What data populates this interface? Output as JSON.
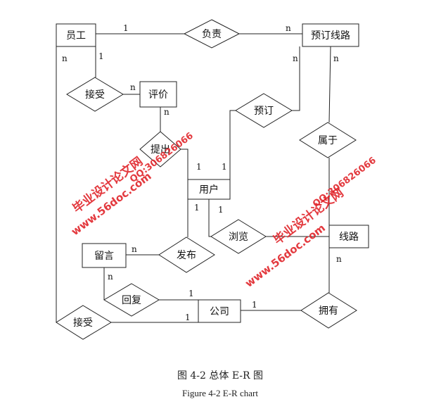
{
  "entities": {
    "employee": "员工",
    "booking_route": "预订线路",
    "review": "评价",
    "user": "用户",
    "message": "留言",
    "route": "线路",
    "company": "公司"
  },
  "relationships": {
    "responsible": "负责",
    "accept_top": "接受",
    "submit": "提出",
    "book": "预订",
    "belong": "属于",
    "publish": "发布",
    "browse": "浏览",
    "reply": "回复",
    "accept_bottom": "接受",
    "own": "拥有"
  },
  "cardinalities": {
    "emp_resp": "1",
    "resp_book": "n",
    "emp_left": "n",
    "emp_accept": "1",
    "accept_review": "n",
    "review_submit": "n",
    "user_submit": "1",
    "user_book": "1",
    "book_route_right": "n",
    "user_publish": "1",
    "user_browse": "1",
    "message_publish": "n",
    "message_reply": "n",
    "reply_company": "1",
    "accept_company": "1",
    "company_own": "1",
    "route_own": "n"
  },
  "watermark": {
    "left_brand": "毕业设计论文网",
    "left_site": "www.56doc.com",
    "left_qq": "QQ:306826066",
    "right_brand": "毕业设计论文网",
    "right_site": "www.56doc.com",
    "right_qq": "QQ:306826066"
  },
  "caption": {
    "chinese": "图 4-2 总体 E-R 图",
    "english": "Figure 4-2 E-R chart"
  }
}
